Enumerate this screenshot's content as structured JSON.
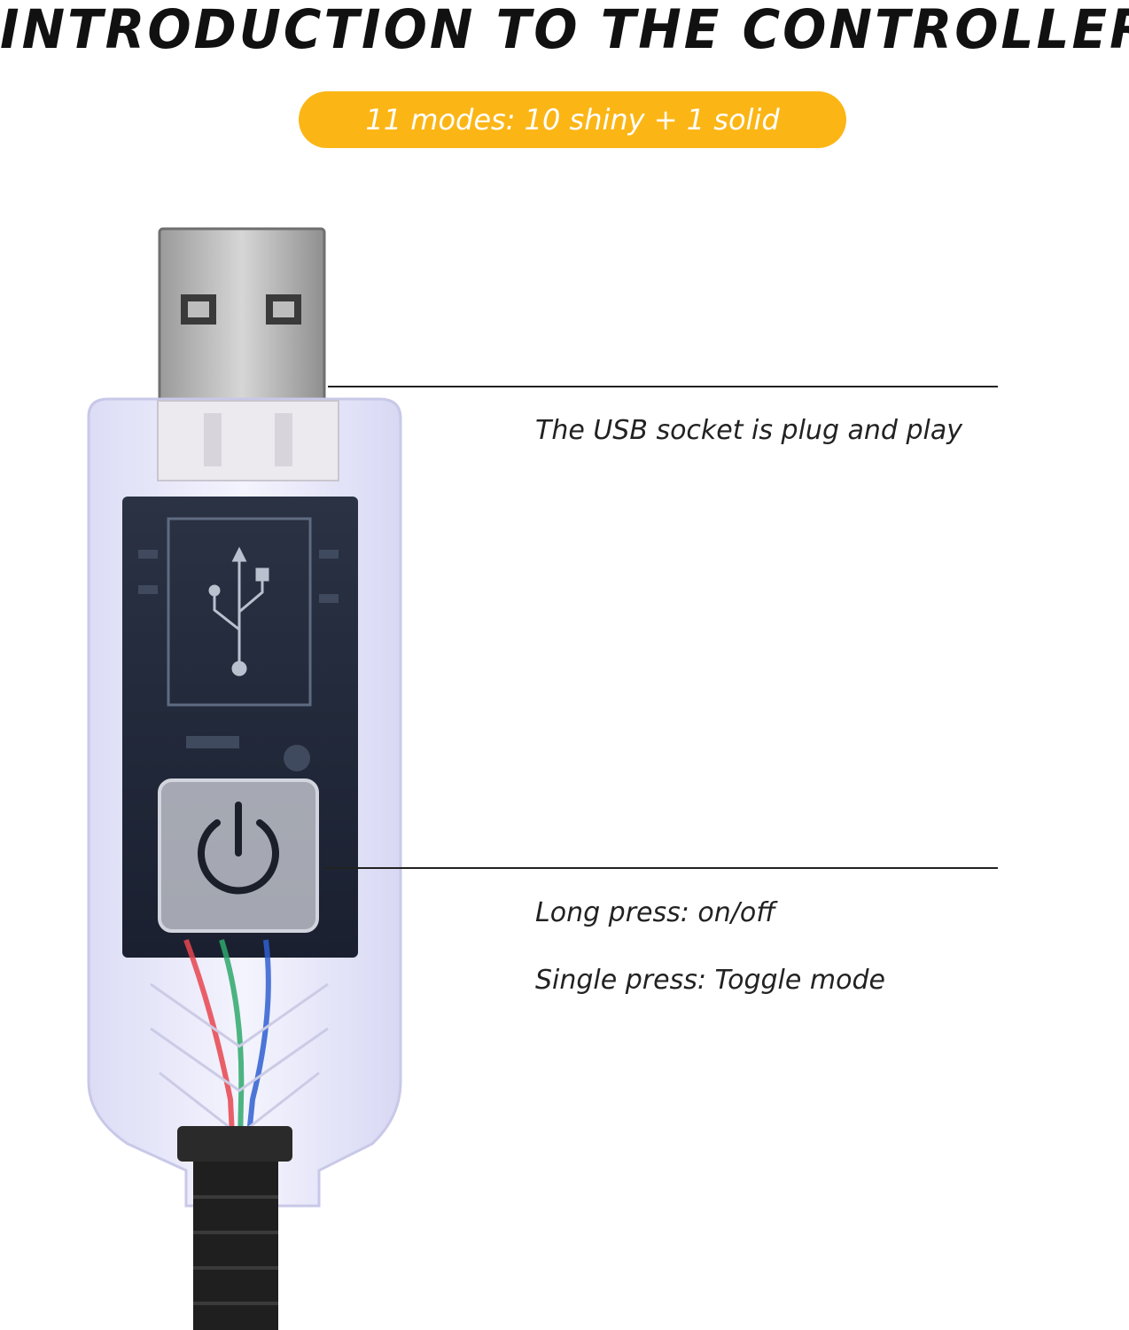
{
  "header": {
    "title": "INTRODUCTION TO THE CONTROLLER",
    "badge": "11 modes: 10 shiny + 1 solid",
    "badge_color": "#fbb616"
  },
  "callouts": [
    {
      "text": "The USB socket is plug and play"
    },
    {
      "text": "Long press: on/off"
    },
    {
      "text": "Single press: Toggle mode"
    }
  ],
  "product": {
    "icons": [
      "usb-connector-icon",
      "usb-symbol-icon",
      "power-icon"
    ],
    "wire_colors": [
      "#e8454d",
      "#2ea86b",
      "#2f5fd0"
    ]
  }
}
